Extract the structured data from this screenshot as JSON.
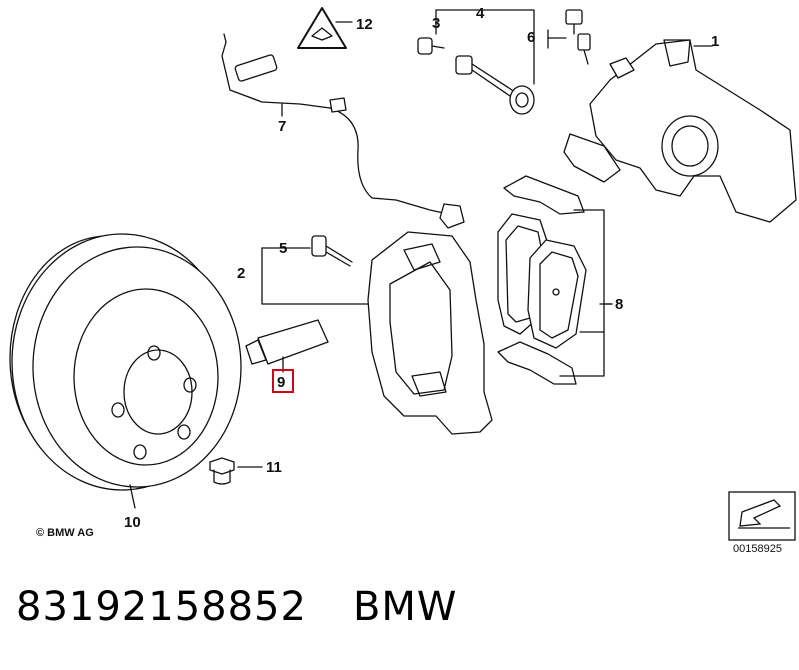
{
  "callouts": {
    "c1": "1",
    "c2": "2",
    "c3": "3",
    "c4": "4",
    "c5": "5",
    "c6": "6",
    "c7": "7",
    "c8": "8",
    "c9": "9",
    "c10": "10",
    "c11": "11",
    "c12": "12"
  },
  "highlight_color": "#d0021b",
  "copyright": "© BMW AG",
  "diagram_number": "00158925",
  "caption": {
    "part_number": "83192158852",
    "brand": "BMW"
  }
}
